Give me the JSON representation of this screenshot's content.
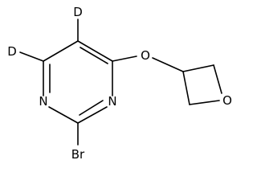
{
  "molecule": {
    "atoms": {
      "deuterium_top": "D",
      "deuterium_left": "D",
      "oxygen_ether": "O",
      "oxygen_ring": "O",
      "nitrogen_left": "N",
      "nitrogen_right": "N",
      "bromine": "Br"
    },
    "colors": {
      "bond": "#000000",
      "label": "#000000",
      "background": "#ffffff"
    }
  }
}
